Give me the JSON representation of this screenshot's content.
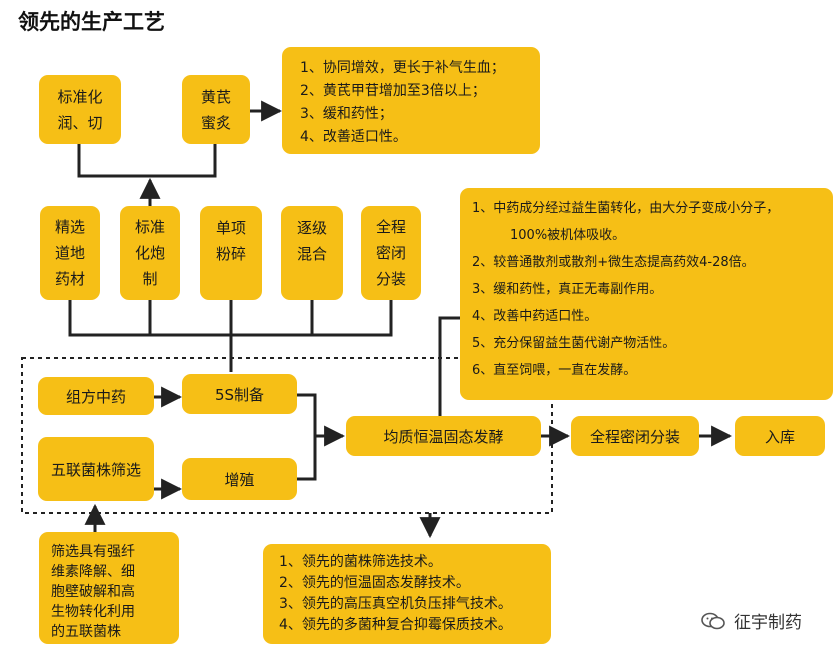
{
  "title": "领先的生产工艺",
  "boxes": {
    "standardize_cut": [
      "标准化",
      "润、切"
    ],
    "honey_roast": [
      "黄芪",
      "蜜炙"
    ],
    "herb_benefits": [
      "1、协同增效，更长于补气生血；",
      "2、黄芪甲苷增加至3倍以上；",
      "3、缓和药性；",
      "4、改善适口性。"
    ],
    "step1": [
      "精选",
      "道地",
      "药材"
    ],
    "step2": [
      "标准",
      "化炮",
      "制"
    ],
    "step3": [
      "单项",
      "粉碎"
    ],
    "step4": [
      "逐级",
      "混合"
    ],
    "step5": [
      "全程",
      "密闭",
      "分装"
    ],
    "ferment_benefits": [
      "1、中药成分经过益生菌转化，由大分子变成小分子，",
      "100%被机体吸收。",
      "2、较普通散剂或散剂+微生态提高药效4-28倍。",
      "3、缓和药性，真正无毒副作用。",
      "4、改善中药适口性。",
      "5、充分保留益生菌代谢产物活性。",
      "6、直至饲喂，一直在发酵。"
    ],
    "formula": "组方中药",
    "prep5s": "5S制备",
    "strain_select": "五联菌株筛选",
    "proliferate": "增殖",
    "ferment": "均质恒温固态发酵",
    "sealed_pack": "全程密闭分装",
    "storage": "入库",
    "strain_desc": [
      "筛选具有强纤",
      "维素降解、细",
      "胞壁破解和高",
      "生物转化利用",
      "的五联菌株"
    ],
    "tech_list": [
      "1、领先的菌株筛选技术。",
      "2、领先的恒温固态发酵技术。",
      "3、领先的高压真空机负压排气技术。",
      "4、领先的多菌种复合抑霉保质技术。"
    ]
  },
  "watermark": "征宇制药",
  "icons": {
    "watermark": "wechat-icon"
  },
  "colors": {
    "box": "#f6bf16",
    "line": "#222222"
  }
}
